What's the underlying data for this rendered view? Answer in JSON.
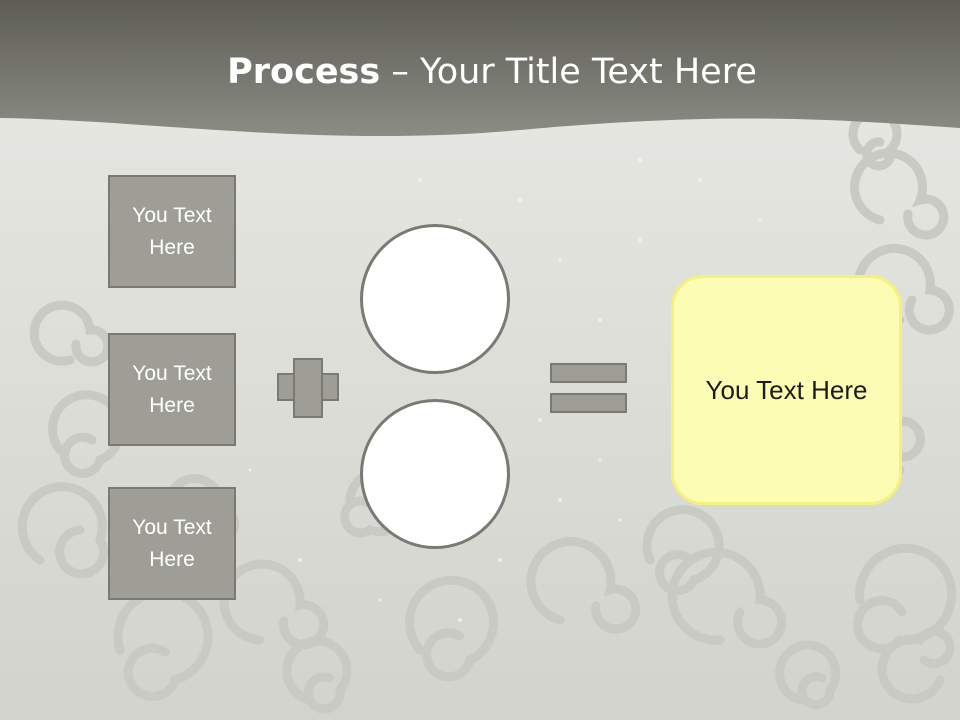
{
  "slide": {
    "title_bold": "Process",
    "title_rest": " – Your Title Text Here",
    "boxes": [
      {
        "label": "You Text Here"
      },
      {
        "label": "You Text Here"
      },
      {
        "label": "You Text Here"
      }
    ],
    "result_label": "You Text Here",
    "icons": {
      "plus": "plus-icon",
      "equals": "equals-icon"
    }
  },
  "colors": {
    "header": "#5e5e56",
    "box_fill": "#9e9e96",
    "box_border": "#7a7a73",
    "result_fill": "#fdfcb4",
    "result_border": "#f4f27a",
    "circle_fill": "#ffffff",
    "background": "#e2e3de"
  }
}
